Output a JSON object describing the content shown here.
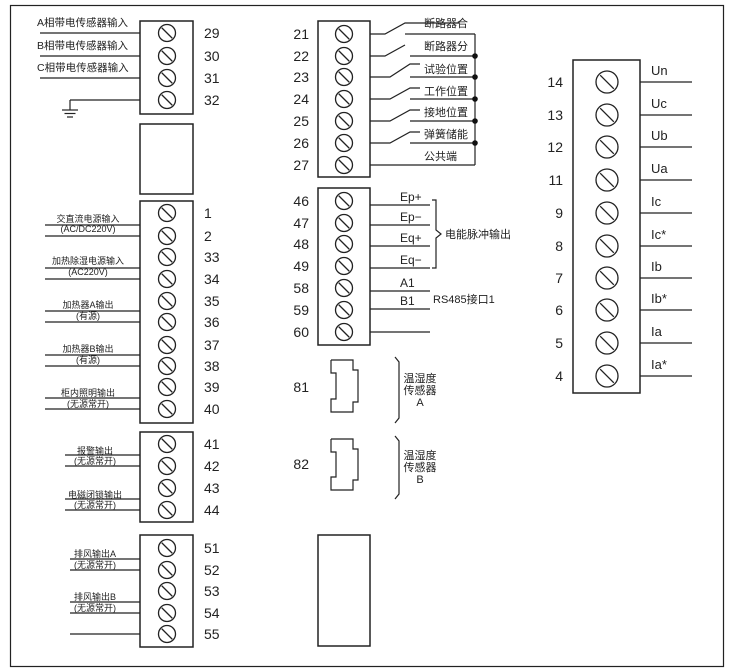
{
  "block_a": {
    "labels": [
      "A相带电传感器输入",
      "B相带电传感器输入",
      "C相带电传感器输入"
    ],
    "terminals": [
      "29",
      "30",
      "31",
      "32"
    ]
  },
  "block_b": {
    "terminals": [
      "1",
      "2",
      "33",
      "34",
      "35",
      "36",
      "37",
      "38",
      "39",
      "40"
    ],
    "labels": [
      [
        "交直流电源输入",
        "(AC/DC220V)"
      ],
      [
        "加热除湿电源输入",
        "(AC220V)"
      ],
      [
        "加热器A输出",
        "(有源)"
      ],
      [
        "加热器B输出",
        "(有源)"
      ],
      [
        "柜内照明输出",
        "(无源常开)"
      ]
    ]
  },
  "block_c": {
    "terminals": [
      "41",
      "42",
      "43",
      "44"
    ],
    "labels": [
      [
        "报警输出",
        "(无源常开)"
      ],
      [
        "电磁闭锁输出",
        "(无源常开)"
      ]
    ]
  },
  "block_d": {
    "terminals": [
      "51",
      "52",
      "53",
      "54",
      "55"
    ],
    "labels": [
      [
        "排风输出A",
        "(无源常开)"
      ],
      [
        "排风输出B",
        "(无源常开)"
      ]
    ]
  },
  "block_e": {
    "terminals": [
      "21",
      "22",
      "23",
      "24",
      "25",
      "26",
      "27"
    ],
    "labels": [
      "断路器合",
      "断路器分",
      "试验位置",
      "工作位置",
      "接地位置",
      "弹簧储能",
      "公共端"
    ]
  },
  "block_f": {
    "terminals": [
      "46",
      "47",
      "48",
      "49",
      "58",
      "59",
      "60"
    ],
    "labels": [
      "Ep+",
      "Ep−",
      "Eq+",
      "Eq−",
      "A1",
      "B1"
    ],
    "pulse_label": "电能脉冲输出",
    "rs485_label": "RS485接口1"
  },
  "sensors": [
    {
      "number": "81",
      "label": [
        "温湿度",
        "传感器",
        "A"
      ]
    },
    {
      "number": "82",
      "label": [
        "温湿度",
        "传感器",
        "B"
      ]
    }
  ],
  "block_g": {
    "terminals": [
      "14",
      "13",
      "12",
      "11",
      "9",
      "8",
      "7",
      "6",
      "5",
      "4"
    ],
    "labels": [
      "Un",
      "Uc",
      "Ub",
      "Ua",
      "Ic",
      "Ic*",
      "Ib",
      "Ib*",
      "Ia",
      "Ia*"
    ]
  }
}
